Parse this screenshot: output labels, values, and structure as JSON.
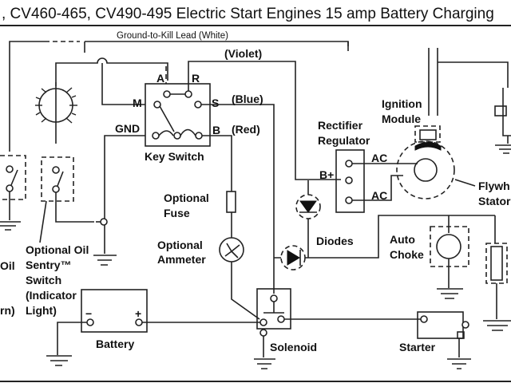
{
  "title": ", CV460-465, CV490-495 Electric Start Engines 15 amp Battery Charging",
  "labels": {
    "ground_to_kill": "Ground-to-Kill Lead (White)",
    "violet": "(Violet)",
    "blue": "(Blue)",
    "red": "(Red)",
    "key_switch": "Key Switch",
    "terminal_a": "A",
    "terminal_r": "R",
    "terminal_m": "M",
    "terminal_s": "S",
    "terminal_gnd": "GND",
    "terminal_b": "B",
    "optional_fuse": [
      "Optional",
      "Fuse"
    ],
    "optional_ammeter": [
      "Optional",
      "Ammeter"
    ],
    "rectifier_regulator": [
      "Rectifier",
      "Regulator"
    ],
    "b_plus": "B+",
    "ac_top": "AC",
    "ac_bottom": "AC",
    "ignition_module": [
      "Ignition",
      "Module"
    ],
    "flywheel_stator": [
      "Flywh",
      "Stator"
    ],
    "diodes": "Diodes",
    "auto_choke": [
      "Auto",
      "Choke"
    ],
    "oil_sentry_switch": [
      "Optional Oil",
      "Sentry™",
      "Switch",
      "(Indicator",
      "Light)"
    ],
    "oil_partial": "Oil",
    "rn_partial": "rn)",
    "battery": "Battery",
    "battery_minus": "−",
    "battery_plus": "+",
    "solenoid": "Solenoid",
    "starter": "Starter"
  },
  "colors": {
    "ink": "#111111",
    "background": "#ffffff"
  }
}
